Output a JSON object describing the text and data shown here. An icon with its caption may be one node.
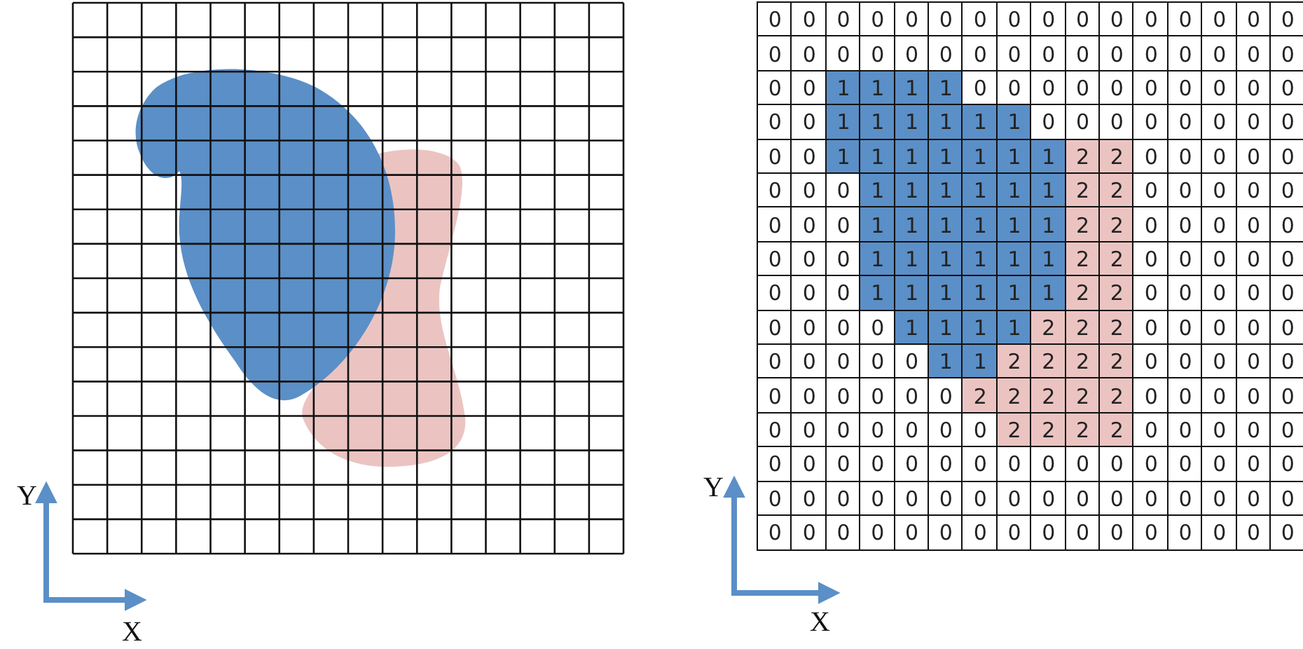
{
  "diagram": {
    "labels": [
      "0",
      "0",
      "0",
      "0",
      "0",
      "0",
      "0",
      "0",
      "0",
      "0",
      "0",
      "0",
      "0",
      "0",
      "0",
      "0",
      "0",
      "0",
      "0",
      "0",
      "0",
      "0",
      "0",
      "0",
      "0",
      "0",
      "0",
      "0",
      "0",
      "0",
      "0",
      "0",
      "0",
      "0",
      "1",
      "1",
      "1",
      "1",
      "0",
      "0",
      "0",
      "0",
      "0",
      "0",
      "0",
      "0",
      "0",
      "0",
      "0",
      "0",
      "1",
      "1",
      "1",
      "1",
      "1",
      "1",
      "0",
      "0",
      "0",
      "0",
      "0",
      "0",
      "0",
      "0",
      "0",
      "0",
      "1",
      "1",
      "1",
      "1",
      "1",
      "1",
      "1",
      "2",
      "2",
      "0",
      "0",
      "0",
      "0",
      "0",
      "0",
      "0",
      "0",
      "1",
      "1",
      "1",
      "1",
      "1",
      "1",
      "2",
      "2",
      "0",
      "0",
      "0",
      "0",
      "0",
      "0",
      "0",
      "0",
      "1",
      "1",
      "1",
      "1",
      "1",
      "1",
      "2",
      "2",
      "0",
      "0",
      "0",
      "0",
      "0",
      "0",
      "0",
      "0",
      "1",
      "1",
      "1",
      "1",
      "1",
      "1",
      "2",
      "2",
      "0",
      "0",
      "0",
      "0",
      "0",
      "0",
      "0",
      "0",
      "1",
      "1",
      "1",
      "1",
      "1",
      "1",
      "2",
      "2",
      "0",
      "0",
      "0",
      "0",
      "0",
      "0",
      "0",
      "0",
      "0",
      "1",
      "1",
      "1",
      "1",
      "2",
      "2",
      "2",
      "0",
      "0",
      "0",
      "0",
      "0",
      "0",
      "0",
      "0",
      "0",
      "0",
      "1",
      "1",
      "2",
      "2",
      "2",
      "2",
      "0",
      "0",
      "0",
      "0",
      "0",
      "0",
      "0",
      "0",
      "0",
      "0",
      "0",
      "2",
      "2",
      "2",
      "2",
      "2",
      "0",
      "0",
      "0",
      "0",
      "0",
      "0",
      "0",
      "0",
      "0",
      "0",
      "0",
      "0",
      "2",
      "2",
      "2",
      "2",
      "0",
      "0",
      "0",
      "0",
      "0",
      "0",
      "0",
      "0",
      "0",
      "0",
      "0",
      "0",
      "0",
      "0",
      "0",
      "0",
      "0",
      "0",
      "0",
      "0",
      "0",
      "0",
      "0",
      "0",
      "0",
      "0",
      "0",
      "0",
      "0",
      "0",
      "0",
      "0",
      "0",
      "0",
      "0",
      "0",
      "0",
      "0",
      "0",
      "0",
      "0",
      "0",
      "0",
      "0",
      "0",
      "0",
      "0",
      "0",
      "0",
      "0",
      "0",
      "0",
      "0",
      "Y",
      "X",
      "Y",
      "X"
    ]
  }
}
